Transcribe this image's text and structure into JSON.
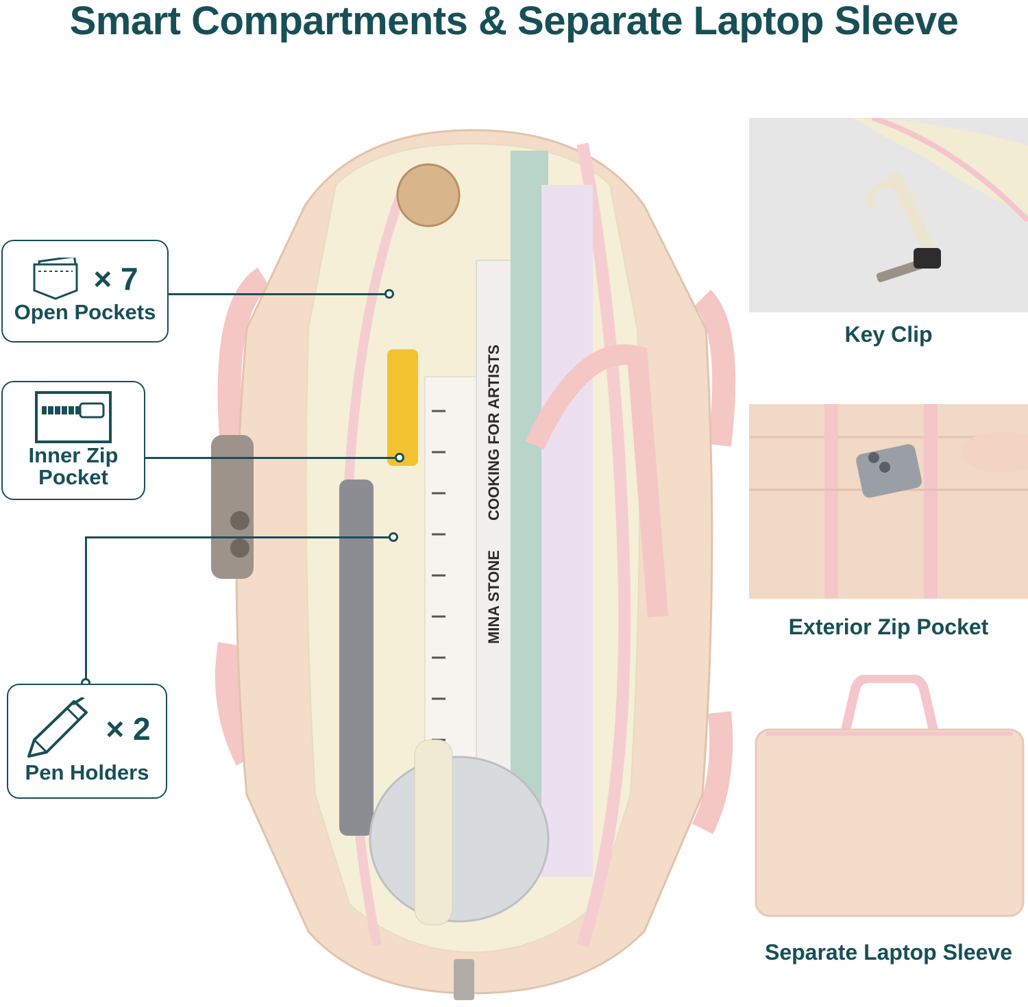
{
  "title": "Smart Compartments & Separate Laptop Sleeve",
  "callouts": {
    "open_pockets": {
      "count": "× 7",
      "label": "Open Pockets",
      "icon": "pocket-icon"
    },
    "inner_zip": {
      "label_line1": "Inner Zip",
      "label_line2": "Pocket",
      "icon": "zipper-pocket-icon"
    },
    "pen_holders": {
      "count": "× 2",
      "label": "Pen Holders",
      "icon": "pen-icon"
    }
  },
  "book": {
    "title": "COOKING FOR ARTISTS",
    "author": "MINA STONE"
  },
  "features": {
    "key_clip": "Key Clip",
    "exterior_zip": "Exterior Zip Pocket",
    "laptop_sleeve": "Separate Laptop Sleeve"
  },
  "colors": {
    "accent": "#174f57",
    "bag": "#f3dcc8",
    "lining": "#f4efd6",
    "strap": "#f4c6c4",
    "background": "#ffffff"
  }
}
